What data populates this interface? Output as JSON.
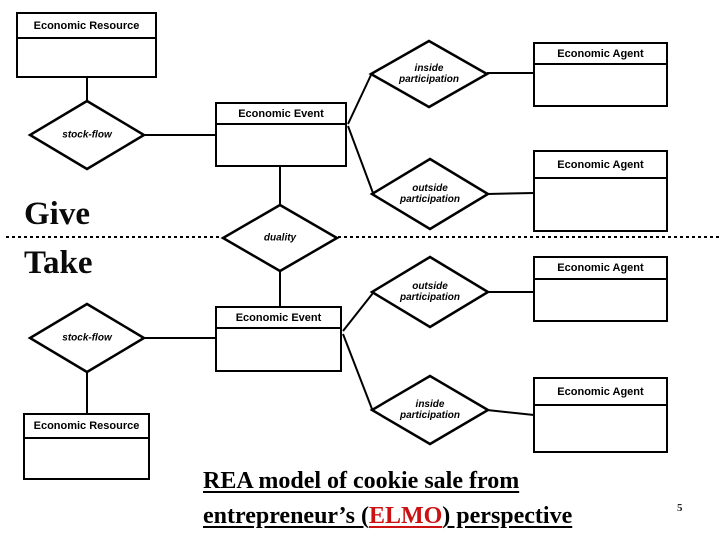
{
  "colors": {
    "background": "#ffffff",
    "ink": "#000000",
    "accent_red": "#cc1111"
  },
  "entities": [
    {
      "label": "Economic Resource"
    },
    {
      "label": "Economic Agent"
    },
    {
      "label": "Economic Event"
    },
    {
      "label": "Economic Agent"
    },
    {
      "label": "Economic Agent"
    },
    {
      "label": "Economic Event"
    },
    {
      "label": "Economic Agent"
    },
    {
      "label": "Economic Resource"
    }
  ],
  "relationships": [
    {
      "name": "stock-flow",
      "lines": [
        "stock-flow"
      ]
    },
    {
      "name": "inside participation",
      "lines": [
        "inside",
        "participation"
      ]
    },
    {
      "name": "outside participation",
      "lines": [
        "outside",
        "participation"
      ]
    },
    {
      "name": "duality",
      "lines": [
        "duality"
      ]
    },
    {
      "name": "outside participation",
      "lines": [
        "outside",
        "participation"
      ]
    },
    {
      "name": "stock-flow",
      "lines": [
        "stock-flow"
      ]
    },
    {
      "name": "inside participation",
      "lines": [
        "inside",
        "participation"
      ]
    }
  ],
  "labels": {
    "give": "Give",
    "take": "Take"
  },
  "caption": {
    "line1": "REA model of cookie sale from",
    "line2_prefix": "entrepreneur’s (",
    "highlight": "ELMO",
    "line2_suffix": ") perspective"
  },
  "page_number": "5"
}
